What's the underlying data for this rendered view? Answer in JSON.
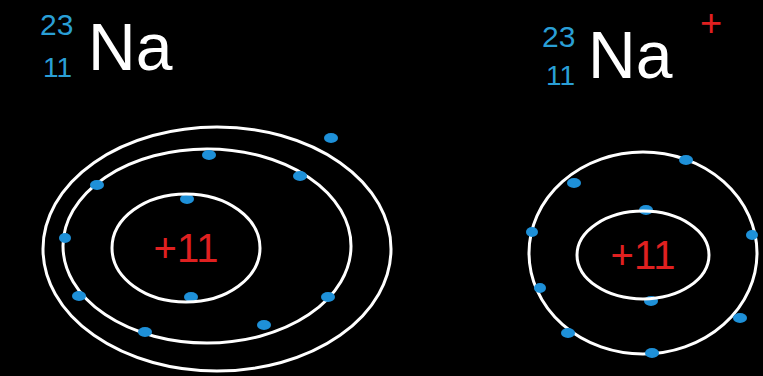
{
  "diagram": {
    "nodes": [
      {
        "text": [
          "+11"
        ]
      },
      {
        "text": [
          "+11"
        ]
      }
    ],
    "labels": [
      "23",
      "11",
      "Na",
      "23",
      "11",
      "Na",
      "+"
    ]
  }
}
